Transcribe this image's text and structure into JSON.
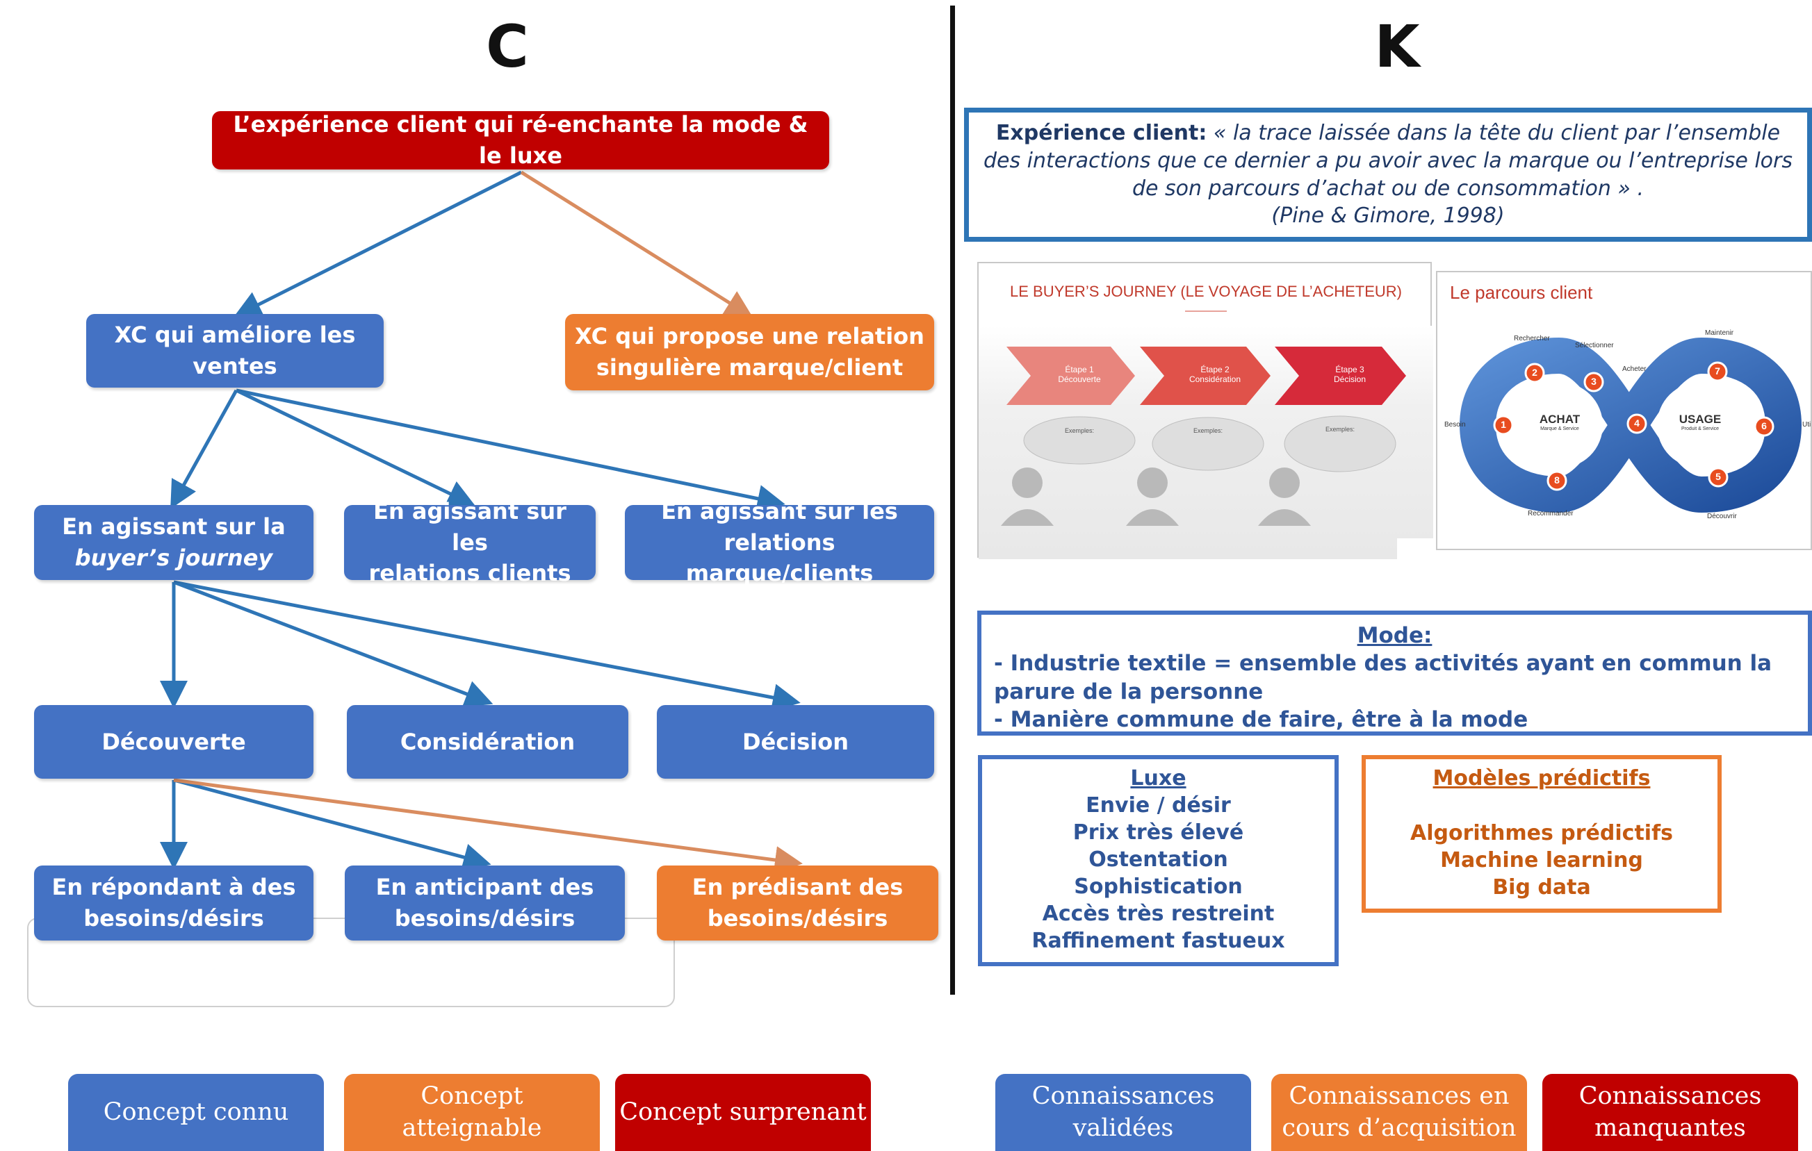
{
  "left_heading": "C",
  "right_heading": "K",
  "tree": {
    "root": "L’expérience client qui ré-enchante la mode & le luxe",
    "xc_sales": [
      "XC qui améliore les",
      "ventes"
    ],
    "xc_relation": [
      "XC qui propose une relation",
      "singulière marque/client"
    ],
    "act_journey": [
      "En agissant sur la",
      "buyer’s journey"
    ],
    "act_clients": [
      "En agissant sur les",
      "relations clients"
    ],
    "act_brand": [
      "En agissant sur les",
      "relations marque/clients"
    ],
    "decouverte": "Découverte",
    "consideration": "Considération",
    "decision": "Décision",
    "respond": [
      "En répondant à des",
      "besoins/désirs"
    ],
    "anticipate": [
      "En anticipant des",
      "besoins/désirs"
    ],
    "predict": [
      "En prédisant des",
      "besoins/désirs"
    ]
  },
  "definition": {
    "term": "Expérience client:",
    "quote": "« la trace laissée dans la tête du client par l’ensemble des interactions que ce dernier a pu avoir avec la marque ou l’entreprise lors de son parcours d’achat ou de consommation » .",
    "citation": "(Pine & Gimore, 1998)"
  },
  "buyers_journey": {
    "title": "LE BUYER’S JOURNEY (LE VOYAGE DE L’ACHETEUR)",
    "steps": [
      {
        "num": "Étape 1",
        "name": "Découverte"
      },
      {
        "num": "Étape 2",
        "name": "Considération"
      },
      {
        "num": "Étape 3",
        "name": "Décision"
      }
    ],
    "bubble_label": "Exemples:"
  },
  "parcours": {
    "title": "Le parcours client",
    "left_loop": "ACHAT",
    "left_sub": "Marque & Service",
    "right_loop": "USAGE",
    "right_sub": "Produit & Service",
    "labels": {
      "besoin": "Besoin",
      "rechercher": "Rechercher",
      "selectionner": "Sélectionner",
      "acheter": "Acheter",
      "maintenir": "Maintenir",
      "utiliser": "Uti",
      "recommander": "Recommander",
      "decouvrir": "Découvrir"
    },
    "numbers": [
      "1",
      "2",
      "3",
      "4",
      "5",
      "6",
      "7",
      "8"
    ]
  },
  "mode": {
    "title": "Mode:",
    "line1": "- Industrie textile = ensemble des activités ayant en commun la parure de la personne",
    "line2": "- Manière commune de faire, être à la mode"
  },
  "luxe": {
    "title": "Luxe",
    "items": [
      "Envie / désir",
      "Prix très élevé",
      "Ostentation",
      "Sophistication",
      "Accès très restreint",
      "Raffinement fastueux"
    ]
  },
  "predictive": {
    "title": "Modèles prédictifs",
    "items": [
      "Algorithmes prédictifs",
      "Machine learning",
      "Big data"
    ]
  },
  "legend": {
    "c_known": "Concept connu",
    "c_reachable": [
      "Concept",
      "atteignable"
    ],
    "c_surprising": "Concept surprenant",
    "k_validated": [
      "Connaissances",
      "validées"
    ],
    "k_acquiring": [
      "Connaissances en",
      "cours d’acquisition"
    ],
    "k_missing": [
      "Connaissances",
      "manquantes"
    ]
  },
  "colors": {
    "known": "#4472c4",
    "reachable": "#ed7d31",
    "surprising": "#c00000"
  }
}
